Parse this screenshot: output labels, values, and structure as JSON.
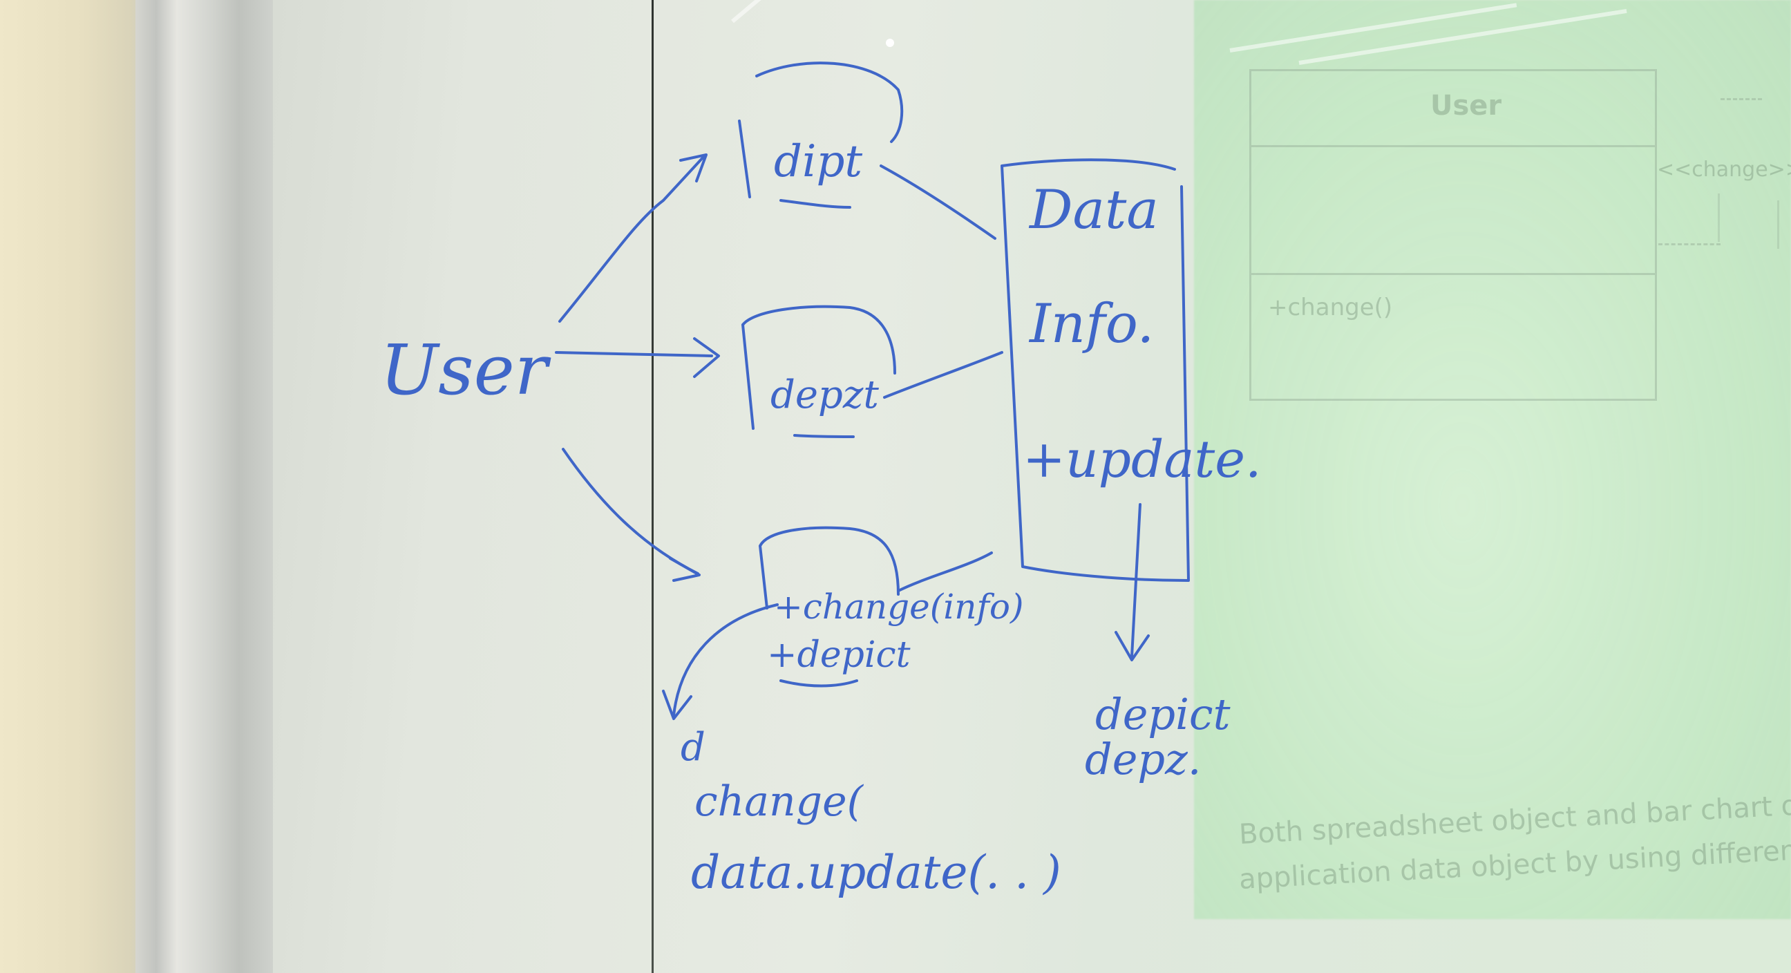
{
  "whiteboard": {
    "actor": "User",
    "views": [
      {
        "label": "dipt"
      },
      {
        "label": "depzt"
      },
      {
        "label": "+change(info)",
        "label2": "+depict"
      }
    ],
    "data_box": {
      "title": "Data",
      "attribute": "Info.",
      "method": "+update."
    },
    "notes_right": [
      "depict",
      "depz."
    ],
    "notes_bottom": [
      "d",
      "change(",
      "data.update(. . )"
    ]
  },
  "projection": {
    "class_name": "User",
    "method": "+change()",
    "stereotype": "<<change>>",
    "caption_line1": "Both spreadsheet object and bar chart object can de",
    "caption_line2": "application data object by using different presentati"
  },
  "colors": {
    "marker_ink": "#3f66c8",
    "projection": "#cfeccc",
    "board": "#e2e6de"
  }
}
